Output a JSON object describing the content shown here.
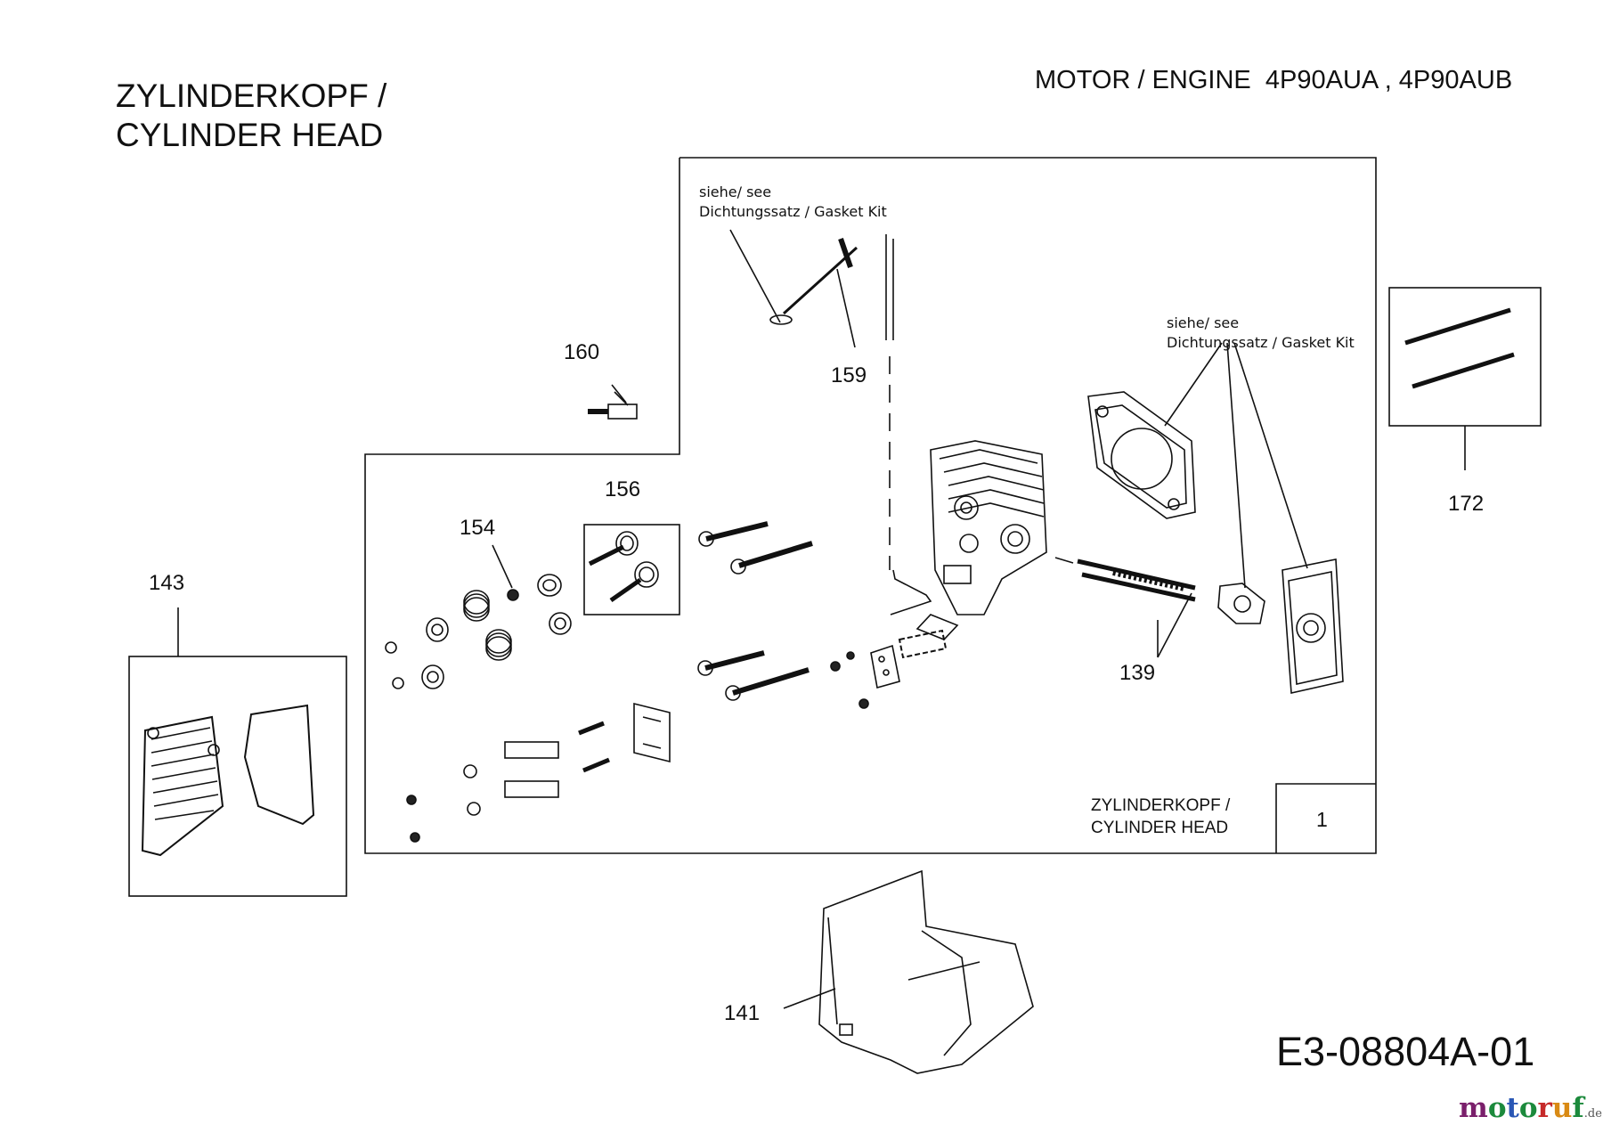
{
  "title": {
    "line1": "ZYLINDERKOPF /",
    "line2": "CYLINDER HEAD"
  },
  "engine_label": "MOTOR / ENGINE  4P90AUA , 4P90AUB",
  "notes": {
    "gasket_kit_1": {
      "line1": "siehe/ see",
      "line2": "Dichtungssatz / Gasket Kit"
    },
    "gasket_kit_2": {
      "line1": "siehe/ see",
      "line2": "Dichtungssatz / Gasket Kit"
    }
  },
  "part_numbers": {
    "p139": "139",
    "p141": "141",
    "p143": "143",
    "p154": "154",
    "p156": "156",
    "p159": "159",
    "p160": "160",
    "p172": "172"
  },
  "title_block": {
    "line1": "ZYLINDERKOPF /",
    "line2": "CYLINDER HEAD",
    "number": "1"
  },
  "drawing_code": "E3-08804A-01",
  "brand": {
    "main": "motoruf",
    "suffix": ".de",
    "colors": {
      "m": "#7a1f6b",
      "o": "#1c8a3c",
      "t": "#2a57b5",
      "u": "#d98a14",
      "r": "#c62a2a",
      "f": "#1c8a3c"
    }
  }
}
